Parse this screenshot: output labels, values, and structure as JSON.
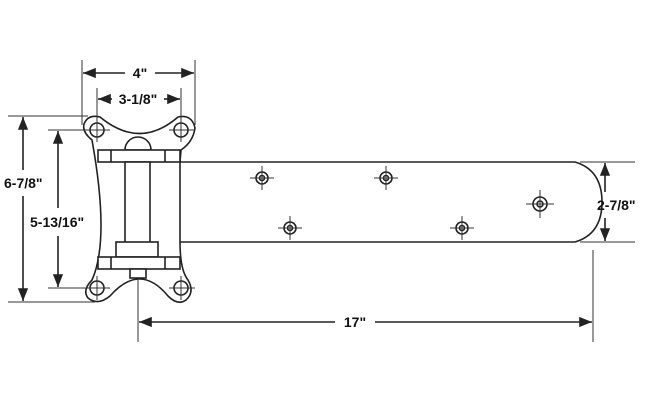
{
  "title": "Strap hinge dimension drawing",
  "dimensions": {
    "overall_plate_width": "4\"",
    "hole_spacing_width": "3-1/8\"",
    "overall_plate_height": "6-7/8\"",
    "hole_spacing_height": "5-13/16\"",
    "strap_width": "2-7/8\"",
    "strap_length": "17\""
  },
  "colors": {
    "line": "#222222",
    "background": "#ffffff"
  }
}
